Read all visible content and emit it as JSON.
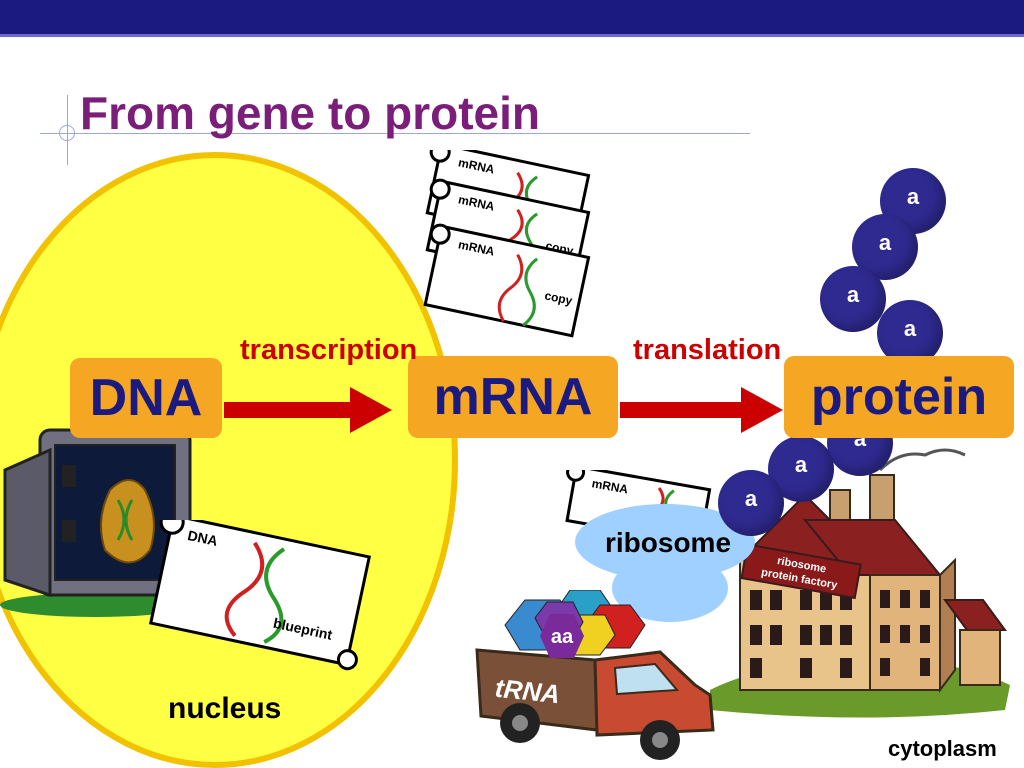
{
  "slide": {
    "title": "From gene to protein",
    "flow": {
      "dna": "DNA",
      "mrna": "mRNA",
      "protein": "protein",
      "transcription": "transcription",
      "translation": "translation"
    },
    "scroll_labels": {
      "mrna": "mRNA",
      "copy": "copy",
      "dna": "DNA",
      "blueprint": "blueprint"
    },
    "amino_acid_label": "a",
    "truck_cargo_label": "aa",
    "trna_label": "tRNA",
    "ribosome_label": "ribosome",
    "factory_sign": [
      "ribosome",
      "protein factory"
    ],
    "nucleus_label": "nucleus",
    "cytoplasm_label": "cytoplasm",
    "colors": {
      "title": "#7a1e7a",
      "term_box": "#f5a623",
      "term_text": "#1a1a80",
      "process_text": "#cc0000",
      "nucleus_fill": "#ffff44",
      "nucleus_border": "#f2c200",
      "amino_acid": "#2f2a90",
      "ribosome": "#9fd0ff",
      "top_bar": "#1a1a80"
    }
  }
}
